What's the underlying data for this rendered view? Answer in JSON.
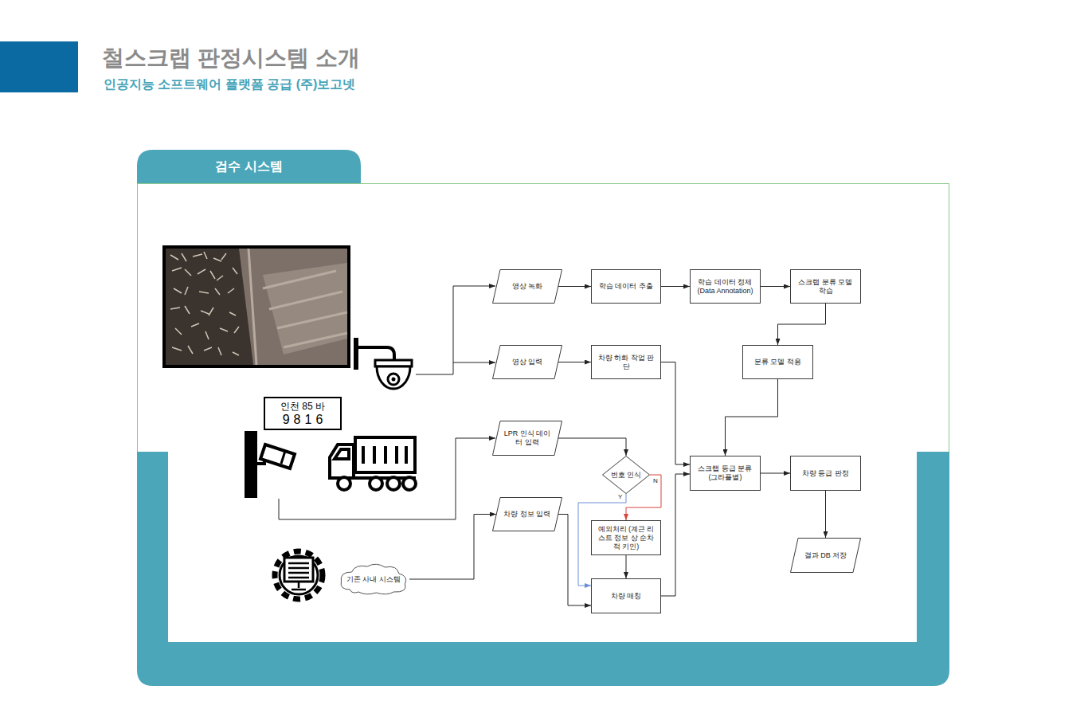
{
  "diagram": {
    "title": "철스크랩 판정시스템 소개",
    "nodes": [
      {
        "text": [
          "검수 시스템"
        ]
      },
      {
        "text": [
          "영상 녹화"
        ],
        "in": 0
      },
      {
        "text": [
          "학습 데이터 추출"
        ],
        "in": 0
      },
      {
        "text": [
          "학습 데이터 정제 (Data Annotation)"
        ],
        "in": 0
      },
      {
        "text": [
          "스크랩 분류 모델 학습"
        ],
        "in": 0
      },
      {
        "text": [
          "영상 입력"
        ],
        "in": 0
      },
      {
        "text": [
          "차량 하화 작업 판단"
        ],
        "in": 0
      },
      {
        "text": [
          "분류 모델 적용"
        ],
        "in": 0
      },
      {
        "text": [
          "인천 85 바",
          "9816"
        ],
        "in": 0
      },
      {
        "text": [
          "LPR 인식 데이터 입력"
        ],
        "in": 0
      },
      {
        "text": [
          "번호 인식"
        ],
        "in": 0
      },
      {
        "text": [
          "스크랩 등급 분류 (그라플별)"
        ],
        "in": 0
      },
      {
        "text": [
          "차량 등급 판정"
        ],
        "in": 0
      },
      {
        "text": [
          "차량 정보 입력"
        ],
        "in": 0
      },
      {
        "text": [
          "예외처리 (계근 리스트 정보 상 순차적 키인)"
        ],
        "in": 0
      },
      {
        "text": [
          "결과 DB 저장"
        ],
        "in": 0
      },
      {
        "text": [
          "기존 사내 시스템"
        ],
        "in": 0
      },
      {
        "text": [
          "차량 매칭"
        ],
        "in": 0
      }
    ],
    "edges": [
      {
        "from": 1,
        "to": 2,
        "arrow": "to"
      },
      {
        "from": 2,
        "to": 3,
        "arrow": "to"
      },
      {
        "from": 3,
        "to": 4,
        "arrow": "to"
      },
      {
        "from": 4,
        "to": 7,
        "arrow": "to"
      },
      {
        "from": 5,
        "to": 6,
        "arrow": "to"
      },
      {
        "from": 7,
        "to": 11,
        "arrow": "to"
      },
      {
        "from": 6,
        "to": 11,
        "arrow": "to"
      },
      {
        "from": 9,
        "to": 10,
        "arrow": "to"
      },
      {
        "from": 10,
        "to": 14,
        "label": "N",
        "arrow": "to"
      },
      {
        "from": 10,
        "to": 17,
        "label": "Y",
        "arrow": "to"
      },
      {
        "from": 14,
        "to": 17,
        "arrow": "to"
      },
      {
        "from": 13,
        "to": 17,
        "arrow": "to"
      },
      {
        "from": 16,
        "to": 13,
        "arrow": "to"
      },
      {
        "from": 17,
        "to": 11,
        "arrow": "to"
      },
      {
        "from": 11,
        "to": 12,
        "arrow": "to"
      },
      {
        "from": 12,
        "to": 15,
        "arrow": "to"
      }
    ],
    "labels": [
      "인공지능 소프트웨어 플랫폼 공급 (주)보고넷"
    ]
  }
}
